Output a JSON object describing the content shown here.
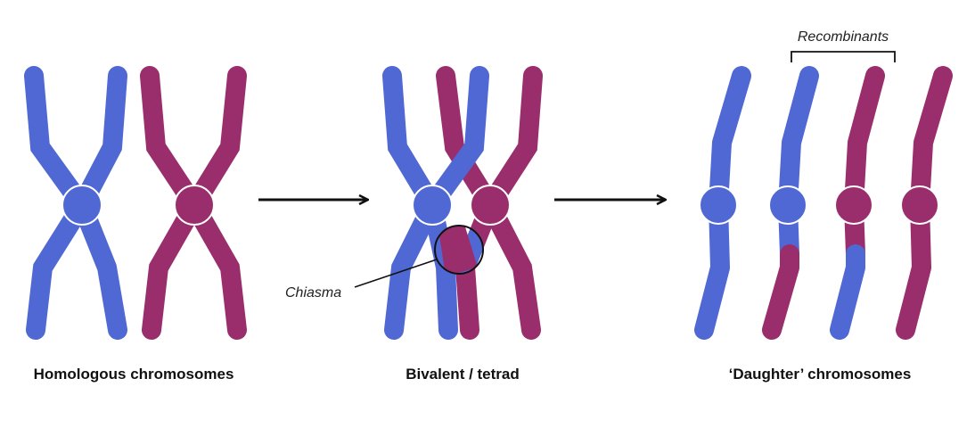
{
  "colors": {
    "blue": "#5068d4",
    "magenta": "#9a2e6c",
    "outline": "#ffffff",
    "ink": "#111111"
  },
  "labels": {
    "homologous": "Homologous chromosomes",
    "bivalent": "Bivalent / tetrad",
    "daughter": "‘Daughter’ chromosomes",
    "chiasma": "Chiasma",
    "recombinants": "Recombinants"
  }
}
